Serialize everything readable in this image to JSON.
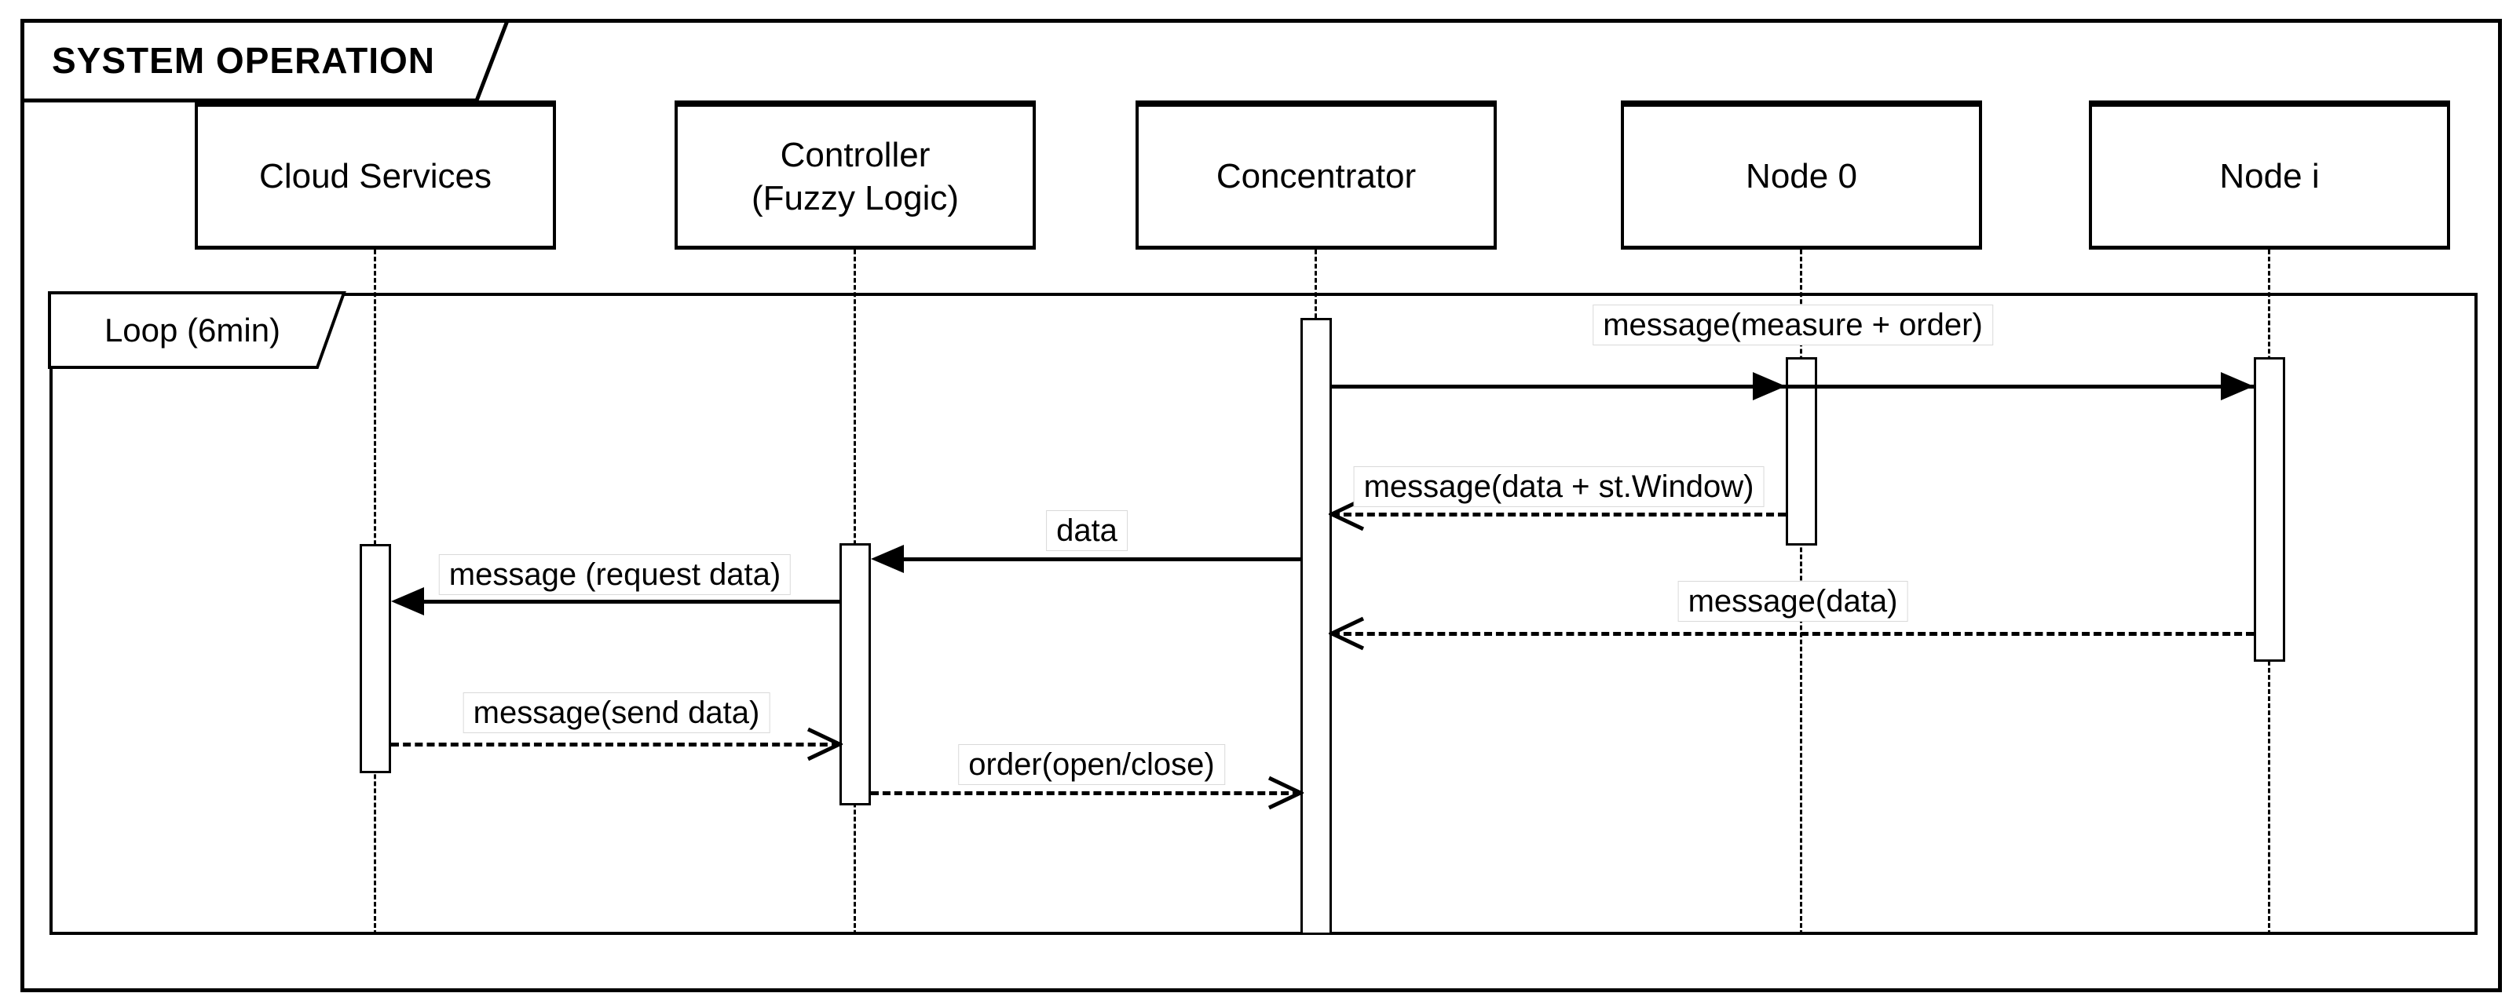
{
  "diagram": {
    "title": "SYSTEM OPERATION",
    "type": "uml-sequence-diagram"
  },
  "loop": {
    "label": "Loop (6min)"
  },
  "participants": [
    {
      "label": "Cloud Services"
    },
    {
      "label": "Controller\n(Fuzzy Logic)"
    },
    {
      "label": "Concentrator"
    },
    {
      "label": "Node 0"
    },
    {
      "label": "Node i"
    }
  ],
  "messages": [
    {
      "label": "message(measure + order)",
      "from": "Concentrator",
      "to": "Node 0 and Node i",
      "line": "solid"
    },
    {
      "label": "message(data + st.Window)",
      "from": "Node 0",
      "to": "Concentrator",
      "line": "dashed"
    },
    {
      "label": "data",
      "from": "Concentrator",
      "to": "Controller (Fuzzy Logic)",
      "line": "solid"
    },
    {
      "label": "message (request data)",
      "from": "Controller (Fuzzy Logic)",
      "to": "Cloud Services",
      "line": "solid"
    },
    {
      "label": "message(data)",
      "from": "Node i",
      "to": "Concentrator",
      "line": "dashed"
    },
    {
      "label": "message(send data)",
      "from": "Cloud Services",
      "to": "Controller (Fuzzy Logic)",
      "line": "dashed"
    },
    {
      "label": "order(open/close)",
      "from": "Controller (Fuzzy Logic)",
      "to": "Concentrator",
      "line": "dashed"
    }
  ],
  "colors": {
    "stroke": "#000000",
    "background": "#ffffff",
    "label_border": "#d9d9d9"
  }
}
